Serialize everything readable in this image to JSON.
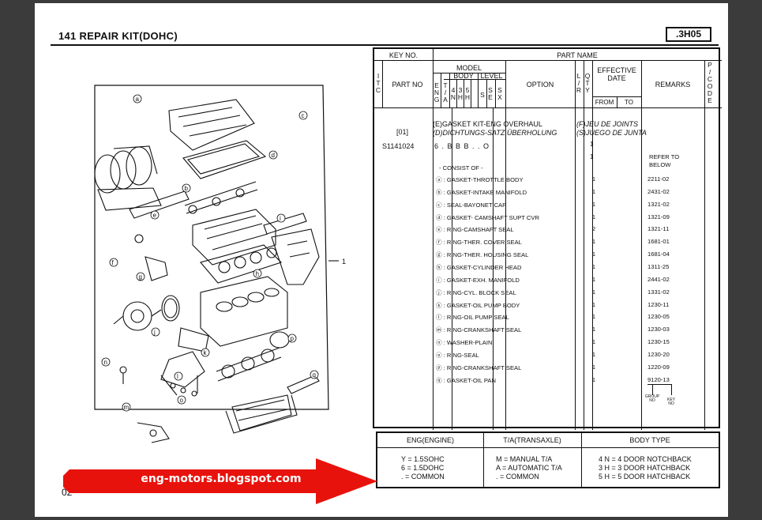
{
  "header": {
    "title": "141  REPAIR KIT(DOHC)",
    "code": ".3H05"
  },
  "table_head": {
    "key_no": "KEY NO.",
    "part_name": "PART NAME",
    "itc": "I\nT\nC",
    "part_no": "PART NO",
    "model": "MODEL",
    "eng": "E\nN\nG",
    "ta": "T\n/\nA",
    "body": "BODY",
    "body_cols": [
      "4\nN",
      "3\nH",
      "5\nH"
    ],
    "level": "LEVEL",
    "level_cols": [
      "S",
      "S\nE",
      "S\nX"
    ],
    "option": "OPTION",
    "lr": "L\n/\nR",
    "qty": "Q\nT\nY",
    "effective_date": "EFFECTIVE\nDATE",
    "from": "FROM",
    "to": "TO",
    "remarks": "REMARKS",
    "pcode": "P\n/\nC\nO\nD\nE"
  },
  "kit": {
    "key": "[01]",
    "part_no": "S1141024",
    "model_codes": "6 . B B B . . O",
    "name_e": "(E)GASKET KIT-ENG OVERHAUL",
    "name_d": "(D)DICHTUNGS-SATZ,ÜBERHOLUNG",
    "name_f": "(F)JEU DE JOINTS",
    "name_s": "(S)JUEGO DE JUNTA",
    "qty1": "1",
    "qty2": "1",
    "remark": "REFER TO\nBELOW",
    "consist": "- CONSIST OF -"
  },
  "items": [
    {
      "name": "ⓐ : GASKET-THROTTLE BODY",
      "qty": "1",
      "remark": "2211-02"
    },
    {
      "name": "ⓑ : GASKET-INTAKE MANIFOLD",
      "qty": "1",
      "remark": "2431-02"
    },
    {
      "name": "ⓒ : SEAL-BAYONET CAP",
      "qty": "1",
      "remark": "1321-02"
    },
    {
      "name": "ⓓ : GASKET- CAMSHAFT SUPT CVR",
      "qty": "1",
      "remark": "1321-09"
    },
    {
      "name": "ⓔ : RING-CAMSHAFT SEAL",
      "qty": "2",
      "remark": "1321-11"
    },
    {
      "name": "ⓕ : RING-THER. COVER SEAL",
      "qty": "1",
      "remark": "1681-01"
    },
    {
      "name": "ⓖ : RING-THER. HOUSING SEAL",
      "qty": "1",
      "remark": "1681-04"
    },
    {
      "name": "ⓗ : GASKET-CYLINDER HEAD",
      "qty": "1",
      "remark": "1311-25"
    },
    {
      "name": "ⓘ : GASKET-EXH. MANIFOLD",
      "qty": "1",
      "remark": "2441-02"
    },
    {
      "name": "ⓙ : RING-CYL. BLOCK SEAL",
      "qty": "1",
      "remark": "1331-02"
    },
    {
      "name": "ⓚ : GASKET-OIL PUMP BODY",
      "qty": "1",
      "remark": "1230-11"
    },
    {
      "name": "ⓛ : RING-OIL PUMP SEAL",
      "qty": "1",
      "remark": "1230-05"
    },
    {
      "name": "ⓜ : RING-CRANKSHAFT SEAL",
      "qty": "1",
      "remark": "1230-03"
    },
    {
      "name": "ⓝ : WASHER-PLAIN",
      "qty": "1",
      "remark": "1230-15"
    },
    {
      "name": "ⓞ : RING-SEAL",
      "qty": "1",
      "remark": "1230-20"
    },
    {
      "name": "ⓟ : RING-CRANKSHAFT SEAL",
      "qty": "1",
      "remark": "1220-09"
    },
    {
      "name": "ⓠ : GASKET-OIL PAN",
      "qty": "1",
      "remark": "9120-13"
    }
  ],
  "group_labels": {
    "group": "GROUP\nNO",
    "key": "KEY\nNO"
  },
  "legend": {
    "eng_head": "ENG(ENGINE)",
    "ta_head": "T/A(TRANSAXLE)",
    "body_head": "BODY  TYPE",
    "eng": [
      "Y = 1.5SOHC",
      "6 = 1.5DOHC",
      ". = COMMON"
    ],
    "ta": [
      "M = MANUAL T/A",
      "A = AUTOMATIC T/A",
      ". = COMMON"
    ],
    "body": [
      "4 N = 4 DOOR NOTCHBACK",
      "3 H = 3 DOOR HATCHBACK",
      "5 H = 5 DOOR HATCHBACK"
    ]
  },
  "diagram": {
    "callouts": [
      "a",
      "b",
      "c",
      "d",
      "e",
      "f",
      "g",
      "h",
      "i",
      "j",
      "k",
      "l",
      "m",
      "n",
      "o",
      "p",
      "q"
    ],
    "assembly_no": "1"
  },
  "banner": {
    "text": "eng-motors.blogspot.com",
    "color": "#e8120c"
  },
  "page_num": "02"
}
